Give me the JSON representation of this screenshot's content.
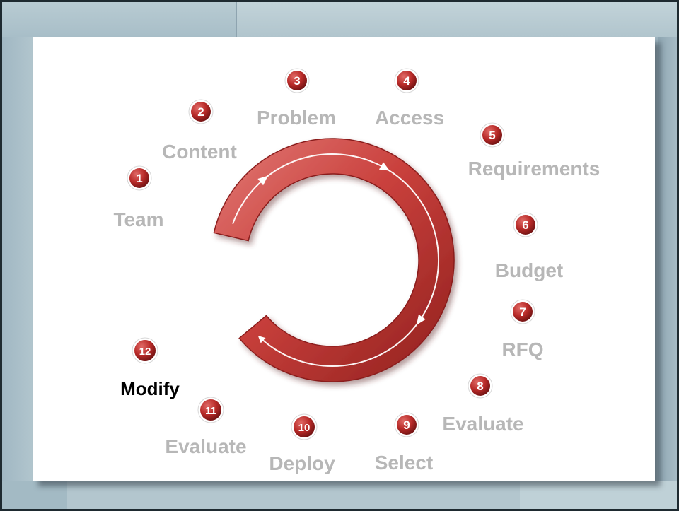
{
  "diagram": {
    "accent_color": "#c0302e",
    "label_color": "#b7b7b7",
    "active_label_color": "#000000",
    "steps": [
      {
        "number": "1",
        "label": "Team",
        "active": false
      },
      {
        "number": "2",
        "label": "Content",
        "active": false
      },
      {
        "number": "3",
        "label": "Problem",
        "active": false
      },
      {
        "number": "4",
        "label": "Access",
        "active": false
      },
      {
        "number": "5",
        "label": "Requirements",
        "active": false
      },
      {
        "number": "6",
        "label": "Budget",
        "active": false
      },
      {
        "number": "7",
        "label": "RFQ",
        "active": false
      },
      {
        "number": "8",
        "label": "Evaluate",
        "active": false
      },
      {
        "number": "9",
        "label": "Select",
        "active": false
      },
      {
        "number": "10",
        "label": "Deploy",
        "active": false
      },
      {
        "number": "11",
        "label": "Evaluate",
        "active": false
      },
      {
        "number": "12",
        "label": "Modify",
        "active": true
      }
    ]
  }
}
